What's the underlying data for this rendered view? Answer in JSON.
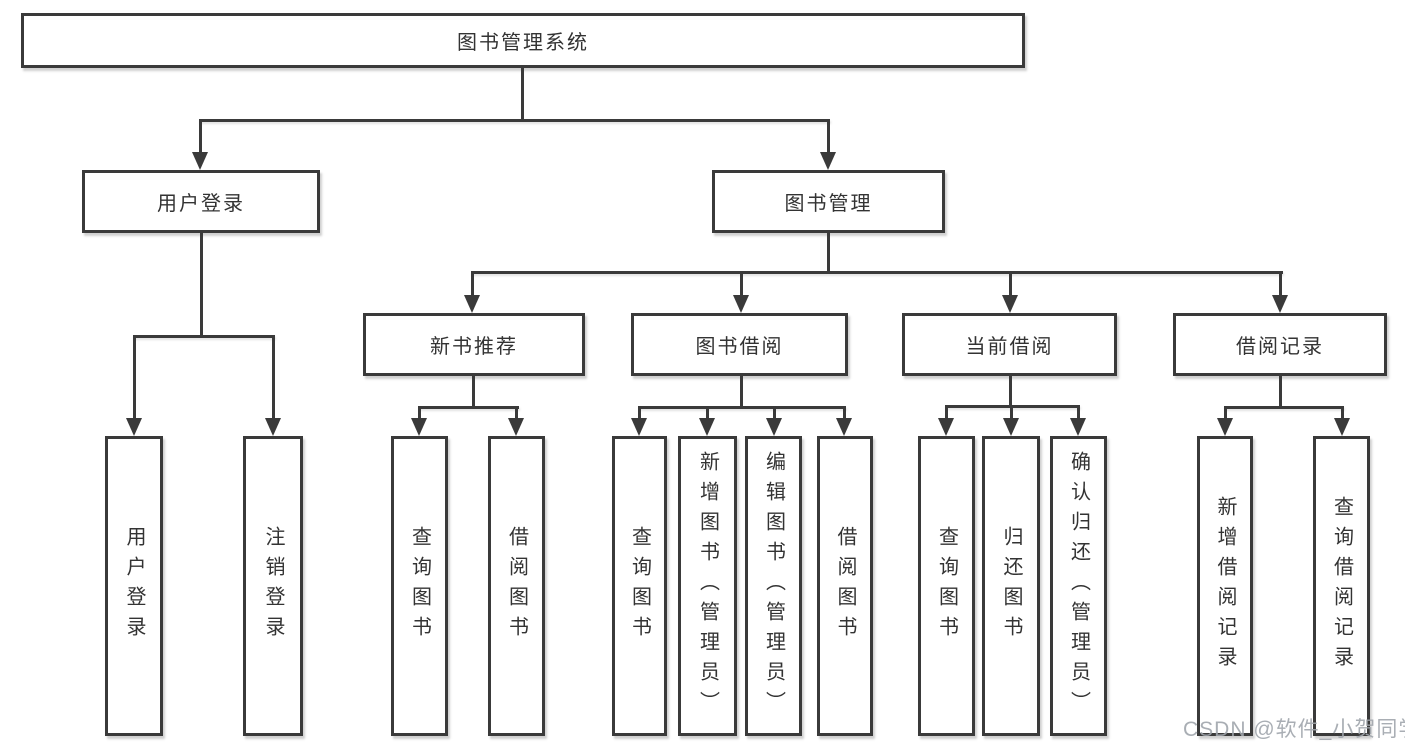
{
  "tree": {
    "label": "图书管理系统",
    "children": [
      {
        "label": "用户登录",
        "children": [
          {
            "label": "用户登录"
          },
          {
            "label": "注销登录"
          }
        ]
      },
      {
        "label": "图书管理",
        "children": [
          {
            "label": "新书推荐",
            "children": [
              {
                "label": "查询图书"
              },
              {
                "label": "借阅图书"
              }
            ]
          },
          {
            "label": "图书借阅",
            "children": [
              {
                "label": "查询图书"
              },
              {
                "label": "新增图书（管理员）"
              },
              {
                "label": "编辑图书（管理员）"
              },
              {
                "label": "借阅图书"
              }
            ]
          },
          {
            "label": "当前借阅",
            "children": [
              {
                "label": "查询图书"
              },
              {
                "label": "归还图书"
              },
              {
                "label": "确认归还（管理员）"
              }
            ]
          },
          {
            "label": "借阅记录",
            "children": [
              {
                "label": "新增借阅记录"
              },
              {
                "label": "查询借阅记录"
              }
            ]
          }
        ]
      }
    ]
  },
  "watermark": {
    "text": "CSDN @软件_小贺同学"
  },
  "colors": {
    "line": "#3a3a3a",
    "text": "#333333",
    "background": "#ffffff",
    "watermark": "#a0a5ac"
  }
}
